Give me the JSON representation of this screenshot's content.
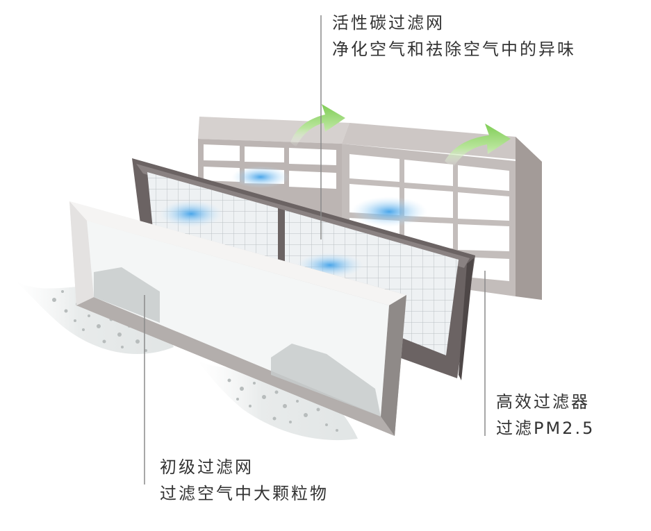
{
  "colors": {
    "text": "#333333",
    "leader_line": "#8a8a8a",
    "arrow_green": "#8fd36b",
    "airflow_blue": "#6fb7ea",
    "hepa_frame": "#b9b2b0",
    "carbon_frame": "#6a6262",
    "primary_frame": "#cfcdcb"
  },
  "labels": {
    "activated_carbon": {
      "title": "活性碳过滤网",
      "subtitle": "净化空气和祛除空气中的异味"
    },
    "hepa": {
      "title": "高效过滤器",
      "subtitle": "过滤PM2.5"
    },
    "primary": {
      "title": "初级过滤网",
      "subtitle": "过滤空气中大颗粒物"
    }
  },
  "icons": [
    "airflow-arrow-icon",
    "airflow-arrow-icon"
  ]
}
